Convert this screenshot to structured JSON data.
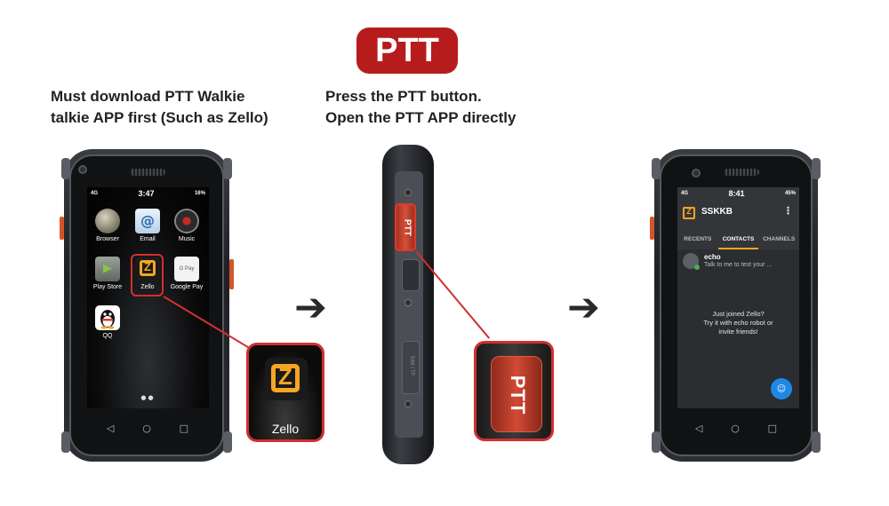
{
  "badge": "PTT",
  "captions": {
    "left": [
      "Must download PTT Walkie",
      "talkie APP first (Such as Zello)"
    ],
    "center": [
      "Press the PTT button.",
      "Open the PTT APP directly"
    ]
  },
  "phone1": {
    "status": {
      "network": "4G",
      "time": "3:47",
      "battery": "16%"
    },
    "apps": [
      "Browser",
      "Email",
      "Music",
      "Play Store",
      "Zello",
      "Google Pay",
      "QQ"
    ],
    "gpay_text": "G Pay",
    "zoom_label": "Zello"
  },
  "phone2": {
    "ptt_label": "PTT",
    "sim_label": "SIM / TF",
    "zoom_label": "PTT"
  },
  "phone3": {
    "status": {
      "network": "4G",
      "time": "8:41",
      "battery": "45%"
    },
    "title": "SSKKB",
    "tabs": [
      "RECENTS",
      "CONTACTS",
      "CHANNELS"
    ],
    "contact": {
      "name": "echo",
      "status": "Talk to me to test your ..."
    },
    "welcome": [
      "Just joined Zello?",
      "Try it with echo robot or",
      "invite friends!"
    ]
  },
  "arrows": [
    "➔",
    "➔"
  ],
  "icons": {
    "z_letter": "Z",
    "nav": [
      "◁",
      "○",
      "□"
    ],
    "menu": "⋮",
    "fab": "☺",
    "page_dots": "●●"
  },
  "colors": {
    "brand_red": "#b71c1c",
    "highlight_red": "#d32f2f",
    "zello_orange": "#f5a623",
    "fab_blue": "#1e88e5"
  }
}
